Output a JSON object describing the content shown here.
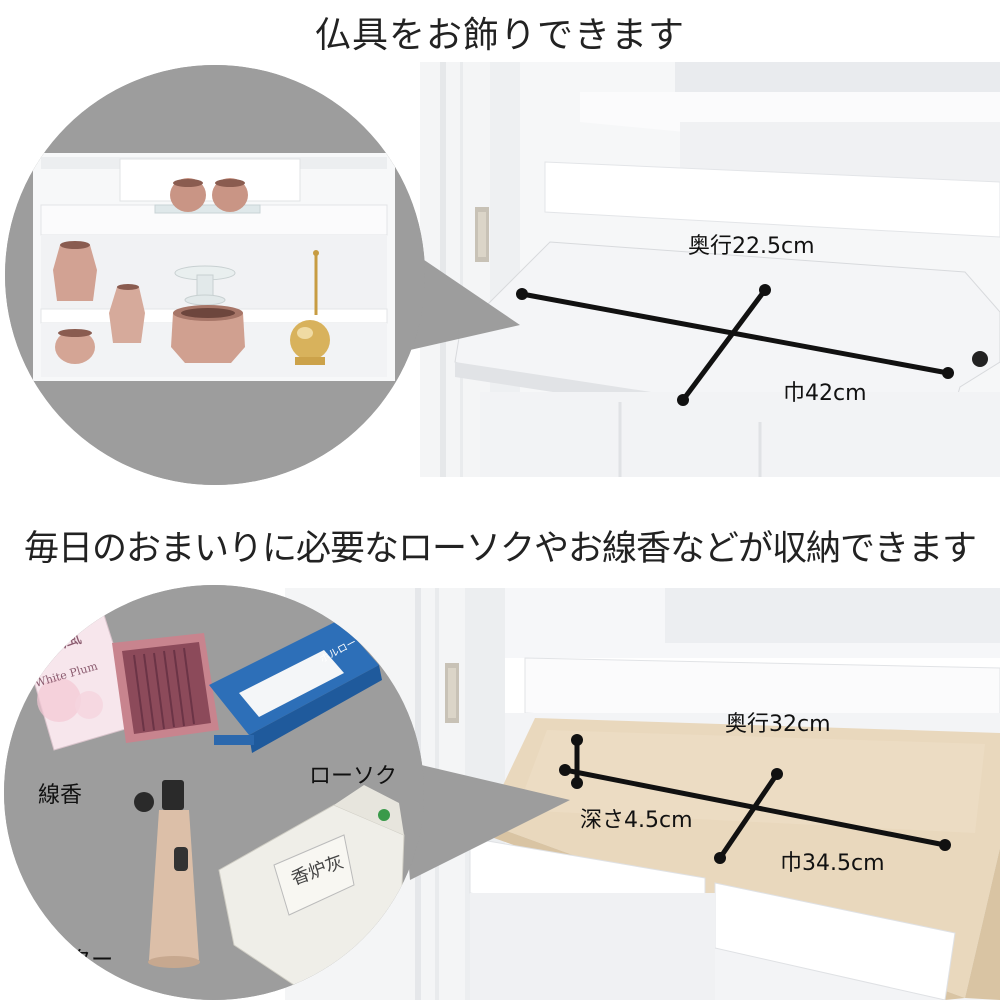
{
  "heading_top": "仏具をお飾りできます",
  "heading_bottom": "毎日のおまいりに必要なローソクやお線香などが収納できます",
  "shelf": {
    "depth_label": "奥行22.5cm",
    "width_label": "巾42cm"
  },
  "drawer": {
    "depth_label": "奥行32cm",
    "height_label": "深さ4.5cm",
    "width_label": "巾34.5cm"
  },
  "items": {
    "incense": "線香",
    "candle": "ローソク",
    "lighter": "ライター",
    "ash": "香炉灰"
  },
  "package_text": {
    "incense_brand": "花風",
    "incense_sub": "White Plum",
    "candle_brand": "ホルローソク"
  },
  "colors": {
    "circle_bg": "#9d9d9d",
    "cabinet_white": "#f7f8f9",
    "drawer_wood": "#e8d6bb",
    "dim_line": "#111111",
    "brass": "#d4b06a",
    "rosegold": "#d9a99a"
  }
}
